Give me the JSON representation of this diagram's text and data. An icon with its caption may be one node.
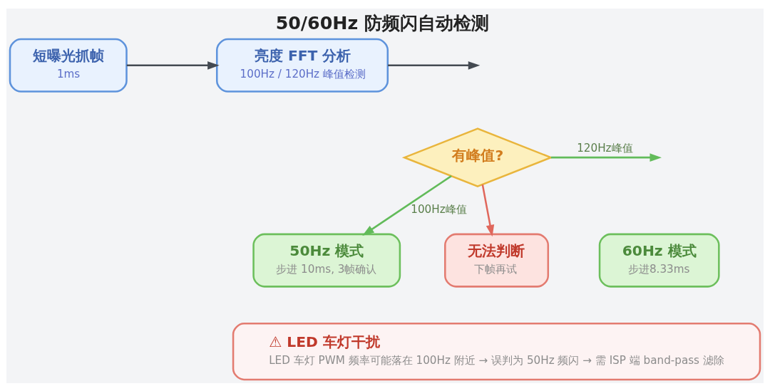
{
  "diagram": {
    "title": "50/60Hz 防频闪自动检测",
    "nodes": [
      {
        "text": [
          "短曝光抓帧",
          "1ms"
        ]
      },
      {
        "text": [
          "亮度 FFT 分析",
          "100Hz / 120Hz 峰值检测"
        ]
      },
      {
        "text": [
          "有峰值?"
        ]
      },
      {
        "text": [
          "50Hz 模式",
          "步进 10ms, 3帧确认"
        ]
      },
      {
        "text": [
          "无法判断",
          "下帧再试"
        ]
      },
      {
        "text": [
          "60Hz 模式",
          "步进8.33ms"
        ]
      },
      {
        "text": [
          "⚠ LED 车灯干扰",
          "LED 车灯 PWM 频率可能落在 100Hz 附近 → 误判为 50Hz 频闪 → 需 ISP 端 band-pass 滤除"
        ]
      }
    ],
    "edges": [
      {
        "from": 0,
        "to": 1,
        "arrow": "to",
        "color": "#444a52"
      },
      {
        "from": 1,
        "to": null,
        "arrow": "to",
        "color": "#444a52"
      },
      {
        "from": 2,
        "to": 3,
        "arrow": "to",
        "label": "100Hz峰值",
        "color": "#62bb5a"
      },
      {
        "from": 2,
        "to": 4,
        "arrow": "to",
        "color": "#e0675c"
      },
      {
        "from": 2,
        "to": null,
        "arrow": "to",
        "label": "120Hz峰值",
        "color": "#62bb5a"
      }
    ]
  }
}
